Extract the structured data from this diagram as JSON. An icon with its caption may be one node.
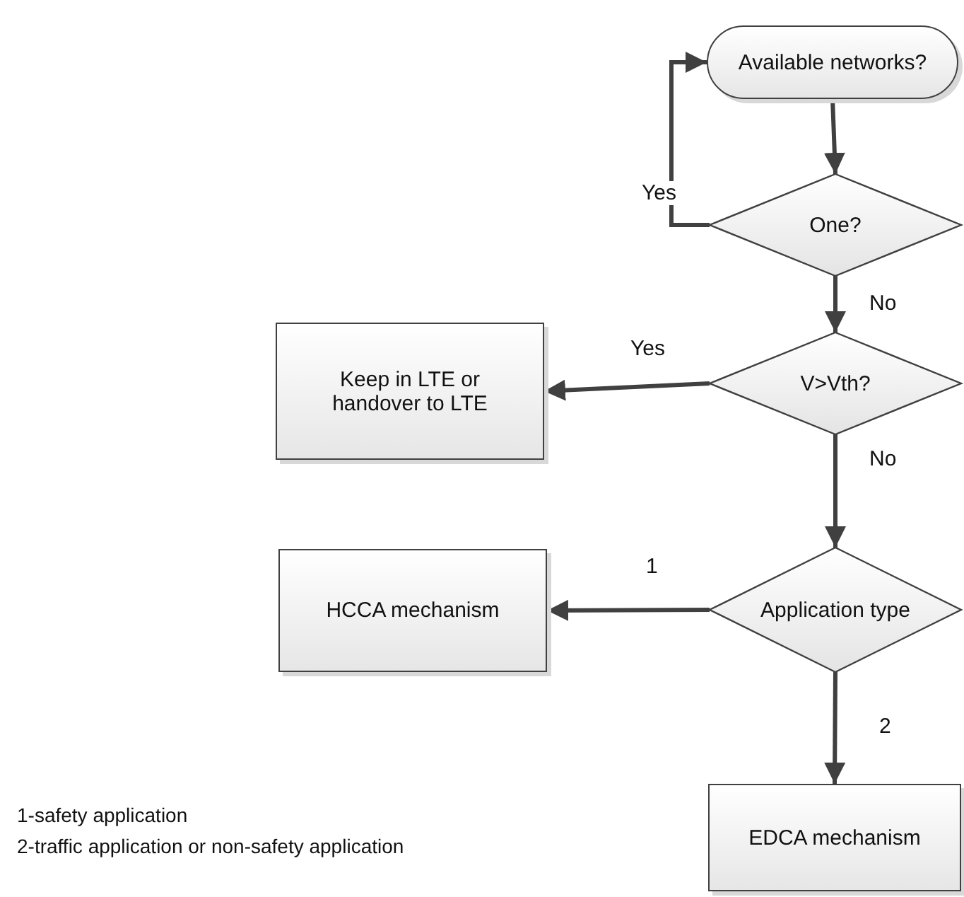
{
  "diagram": {
    "nodes": [
      {
        "text": [
          "Available networks?"
        ]
      },
      {
        "text": [
          "One?"
        ]
      },
      {
        "text": [
          "V>Vth?"
        ]
      },
      {
        "text": [
          "Application type"
        ]
      },
      {
        "text": [
          "Keep in LTE or handover to LTE"
        ]
      },
      {
        "text": [
          "HCCA mechanism"
        ]
      },
      {
        "text": [
          "EDCA mechanism"
        ]
      }
    ],
    "edges": [
      {
        "from": 0,
        "to": 1,
        "arrow": "to"
      },
      {
        "from": 1,
        "to": 0,
        "arrow": "to",
        "label": "Yes"
      },
      {
        "from": 1,
        "to": 2,
        "arrow": "to",
        "label": "No"
      },
      {
        "from": 2,
        "to": 4,
        "arrow": "to",
        "label": "Yes"
      },
      {
        "from": 2,
        "to": 3,
        "arrow": "to",
        "label": "No"
      },
      {
        "from": 3,
        "to": 5,
        "arrow": "to",
        "label": "1"
      },
      {
        "from": 3,
        "to": 6,
        "arrow": "to",
        "label": "2"
      }
    ],
    "labels": [
      "1-safety application",
      "2-traffic application or non-safety application"
    ]
  }
}
